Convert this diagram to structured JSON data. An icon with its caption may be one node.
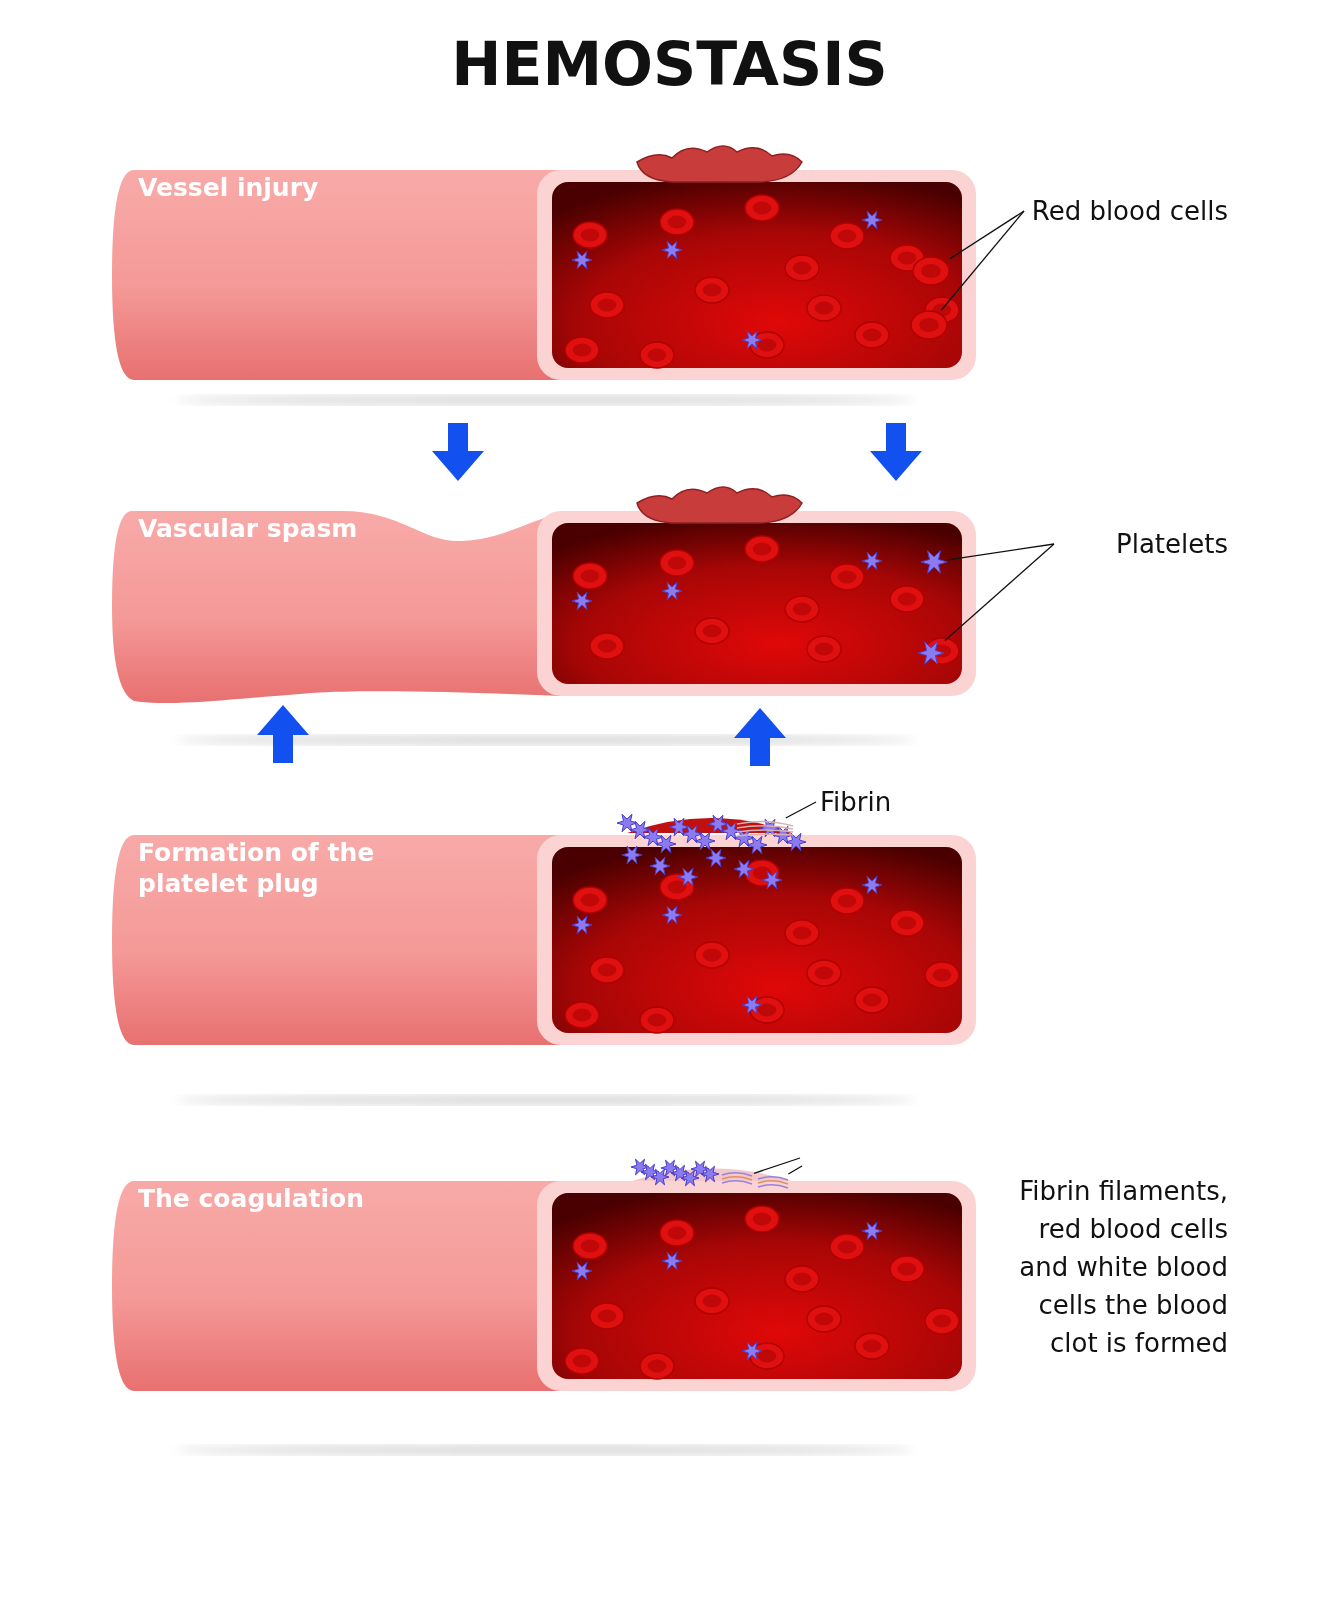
{
  "diagram": {
    "title": "HEMOSTASIS",
    "nodes": [
      {
        "text": [
          "Vessel injury"
        ]
      },
      {
        "text": [
          "Red blood cells"
        ]
      },
      {
        "text": [],
        "shape": "picture",
        "in": 0
      },
      {
        "text": [],
        "shape": "picture",
        "in": 0
      },
      {
        "text": [
          "Vascular spasm"
        ]
      },
      {
        "text": [
          "Platelets"
        ]
      },
      {
        "text": [],
        "shape": "picture",
        "in": 4
      },
      {
        "text": [],
        "shape": "picture",
        "in": 4
      },
      {
        "text": [
          "Formation of the platelet plug"
        ]
      },
      {
        "text": [
          "Fibrin"
        ]
      },
      {
        "text": [],
        "shape": "picture",
        "in": 8
      },
      {
        "text": [
          "The coagulation"
        ]
      },
      {
        "text": [
          "Fibrin filaments, red blood cells and white blood cells the blood clot is formed"
        ]
      },
      {
        "text": [],
        "shape": "picture",
        "in": 11
      },
      {
        "text": [],
        "shape": "picture",
        "in": 11
      }
    ],
    "edges": [
      {
        "from": 1,
        "to": 2,
        "arrow": "none"
      },
      {
        "from": 1,
        "to": 3,
        "arrow": "none"
      },
      {
        "from": 5,
        "to": 6,
        "arrow": "none"
      },
      {
        "from": 5,
        "to": 7,
        "arrow": "none"
      },
      {
        "from": 9,
        "to": 10,
        "arrow": "none"
      },
      {
        "from": null,
        "to": 13,
        "arrow": "none"
      },
      {
        "from": null,
        "to": 14,
        "arrow": "none"
      }
    ]
  }
}
